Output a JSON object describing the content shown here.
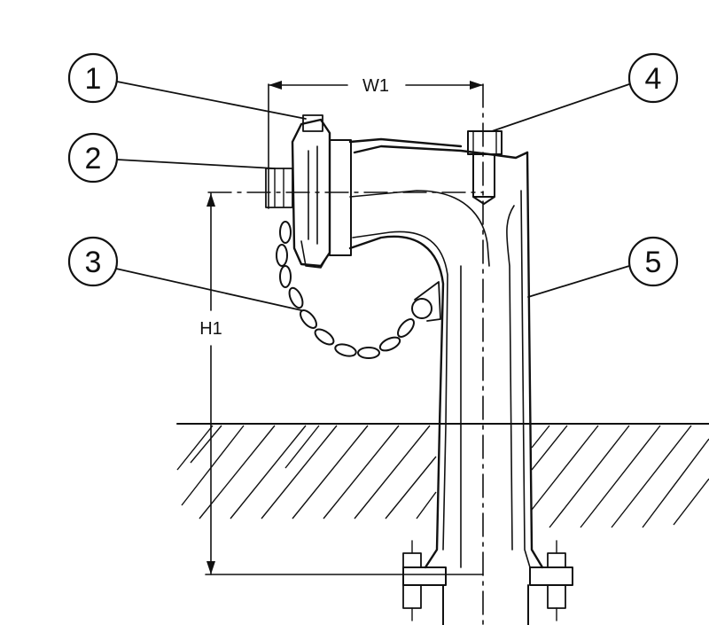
{
  "diagram": {
    "callouts": [
      {
        "id": "1",
        "label": "1"
      },
      {
        "id": "2",
        "label": "2"
      },
      {
        "id": "3",
        "label": "3"
      },
      {
        "id": "4",
        "label": "4"
      },
      {
        "id": "5",
        "label": "5"
      }
    ],
    "dimensions": {
      "width": "W1",
      "height": "H1"
    },
    "colors": {
      "ink": "#111111",
      "background": "#ffffff"
    }
  }
}
